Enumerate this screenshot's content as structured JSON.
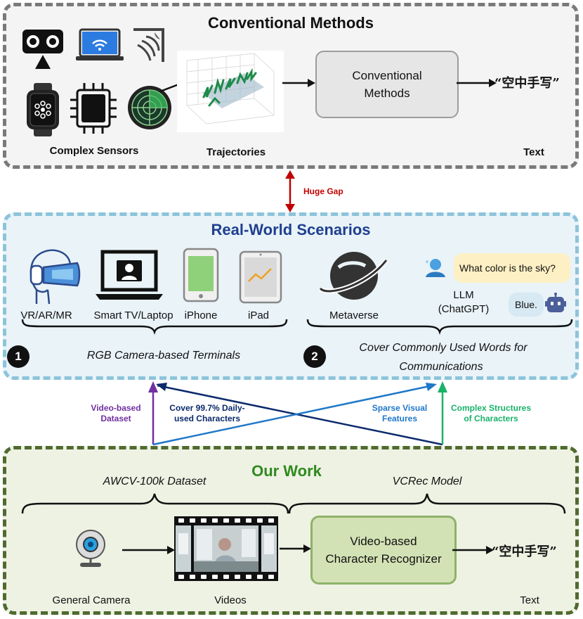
{
  "top": {
    "title": "Conventional Methods",
    "sensors_label": "Complex Sensors",
    "trajectories_label": "Trajectories",
    "methods_box_line1": "Conventional",
    "methods_box_line2": "Methods",
    "output_text": "“空中手写”",
    "text_label": "Text"
  },
  "gap": {
    "label": "Huge Gap"
  },
  "middle": {
    "title": "Real-World Scenarios",
    "devices": [
      "VR/AR/MR",
      "Smart TV/Laptop",
      "iPhone",
      "iPad",
      "Metaverse"
    ],
    "llm_line1": "LLM",
    "llm_line2": "(ChatGPT)",
    "chat_question": "What color is the sky?",
    "chat_answer": "Blue.",
    "num1": "1",
    "num2": "2",
    "group1_label": "RGB Camera-based Terminals",
    "group2_line1": "Cover Commonly Used Words for",
    "group2_line2": "Communications"
  },
  "connectors": {
    "video_based_line1": "Video-based",
    "video_based_line2": "Dataset",
    "cover_line1": "Cover 99.7% Daily-",
    "cover_line2": "used Characters",
    "sparse_line1": "Sparse Visual",
    "sparse_line2": "Features",
    "complex_line1": "Complex Structures",
    "complex_line2": "of Characters"
  },
  "bottom": {
    "title": "Our Work",
    "dataset_label": "AWCV-100k Dataset",
    "model_label": "VCRec Model",
    "camera_label": "General Camera",
    "videos_label": "Videos",
    "recognizer_line1": "Video-based",
    "recognizer_line2": "Character Recognizer",
    "output_text": "“空中手写”",
    "text_label": "Text"
  },
  "colors": {
    "top_border": "#7a7a7a",
    "mid_border": "#8cc4da",
    "bot_border": "#4f6b2f",
    "mid_title": "#1f3f8f",
    "bot_title": "#2f8a1f",
    "gap_arrow": "#c00000",
    "purple": "#7030a0",
    "navy": "#0b2a6b",
    "blue": "#1f78c8",
    "green": "#19b26b"
  },
  "icons": [
    "stereo-camera-icon",
    "laptop-wifi-icon",
    "radar-wave-icon",
    "smartwatch-icon",
    "chip-icon",
    "radar-scope-icon",
    "vr-headset-icon",
    "laptop-user-icon",
    "iphone-icon",
    "ipad-icon",
    "metaverse-planet-icon",
    "chatbot-user-icon",
    "robot-icon",
    "webcam-icon",
    "video-film-icon"
  ]
}
